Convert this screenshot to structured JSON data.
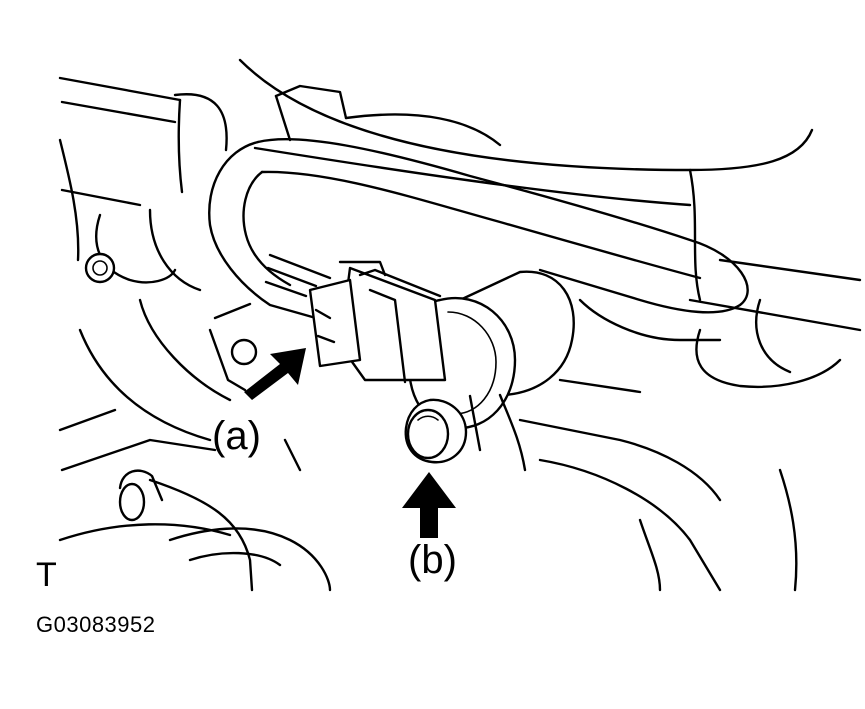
{
  "labels": {
    "callout_a": "(a)",
    "callout_b": "(b)",
    "corner_letter": "T",
    "figure_code": "G03083952"
  },
  "colors": {
    "line": "#000000",
    "background": "#ffffff"
  },
  "icons": {
    "arrow_a": "arrow-up-right-icon",
    "arrow_b": "arrow-up-icon"
  }
}
